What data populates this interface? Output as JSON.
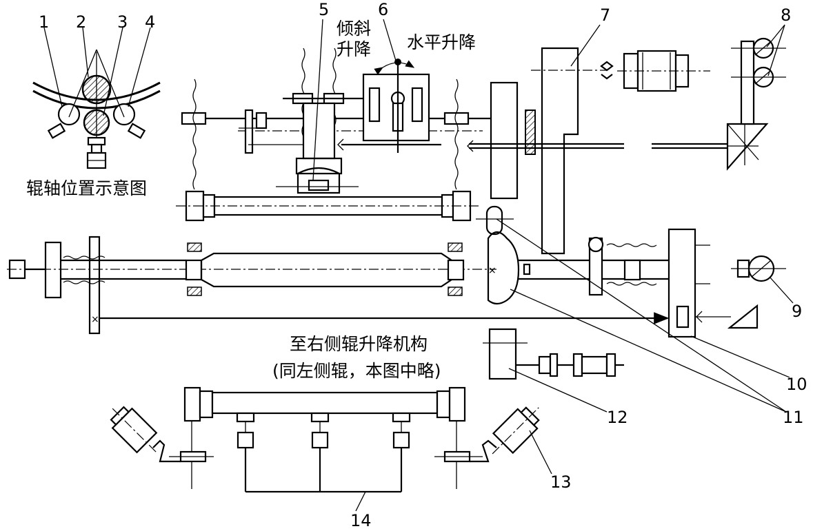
{
  "labels": {
    "n1": "1",
    "n2": "2",
    "n3": "3",
    "n4": "4",
    "n5": "5",
    "n6": "6",
    "n7": "7",
    "n8": "8",
    "n9": "9",
    "n10": "10",
    "n11": "11",
    "n12": "12",
    "n13": "13",
    "n14": "14"
  },
  "text": {
    "roll_position_diagram": "辊轴位置示意图",
    "tilt_line1": "倾斜",
    "tilt_line2": "升降",
    "horizontal_lift": "水平升降",
    "right_side_note_line1": "至右侧辊升降机构",
    "right_side_note_line2": "(同左侧辊，本图中略)"
  }
}
